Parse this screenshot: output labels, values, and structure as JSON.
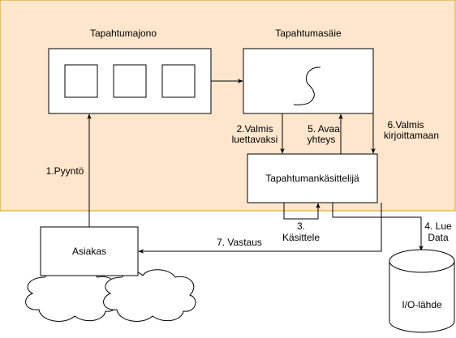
{
  "labels": {
    "queue_title": "Tapahtumajono",
    "thread_title": "Tapahtumasäie",
    "handler": "Tapahtumankäsittelijä",
    "client": "Asiakas",
    "io_source": "I/O-lähde"
  },
  "steps": {
    "request": "1.Pyyntö",
    "ready_read_1": "2.Valmis",
    "ready_read_2": "luettavaksi",
    "process_1": "3.",
    "process_2": "Käsittele",
    "read_data_1": "4. Lue",
    "read_data_2": "Data",
    "open_1": "5. Avaa",
    "open_2": "yhteys",
    "ready_write_1": "6.Valmis",
    "ready_write_2": "kirjoittamaan",
    "response": "7. Vastaus"
  },
  "colors": {
    "region_fill": "#ffe6cc",
    "region_stroke": "#d79b00",
    "line": "#000000",
    "box_fill": "#ffffff"
  }
}
